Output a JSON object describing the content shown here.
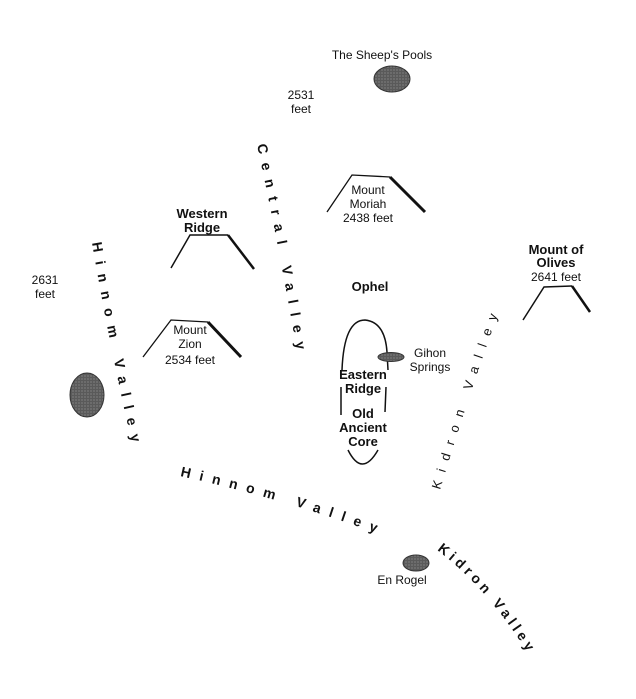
{
  "title_labels": {
    "sheeps_pools": "The Sheep's Pools",
    "elev_2531": [
      "2531",
      "feet"
    ],
    "elev_2631": [
      "2631",
      "feet"
    ],
    "mount_moriah": [
      "Mount",
      "Moriah",
      "2438 feet"
    ],
    "western_ridge": [
      "Western",
      "Ridge"
    ],
    "mount_zion": [
      "Mount",
      "Zion",
      "2534 feet"
    ],
    "mount_of_olives": [
      "Mount of",
      "Olives",
      "2641 feet"
    ],
    "ophel": "Ophel",
    "gihon_springs": [
      "Gihon",
      "Springs"
    ],
    "eastern_ridge": [
      "Eastern",
      "Ridge"
    ],
    "old_ancient_core": [
      "Old",
      "Ancient",
      "Core"
    ],
    "en_rogel": "En Rogel"
  },
  "valleys": {
    "hinnom_west": "Hinnom Valley",
    "central": "Central Valley",
    "hinnom_south": "Hinnom Valley",
    "kidron_east": "Kidron Valley",
    "kidron_south": "Kidron Valley"
  },
  "colors": {
    "ink": "#111111",
    "pool_fill": "#666666"
  }
}
